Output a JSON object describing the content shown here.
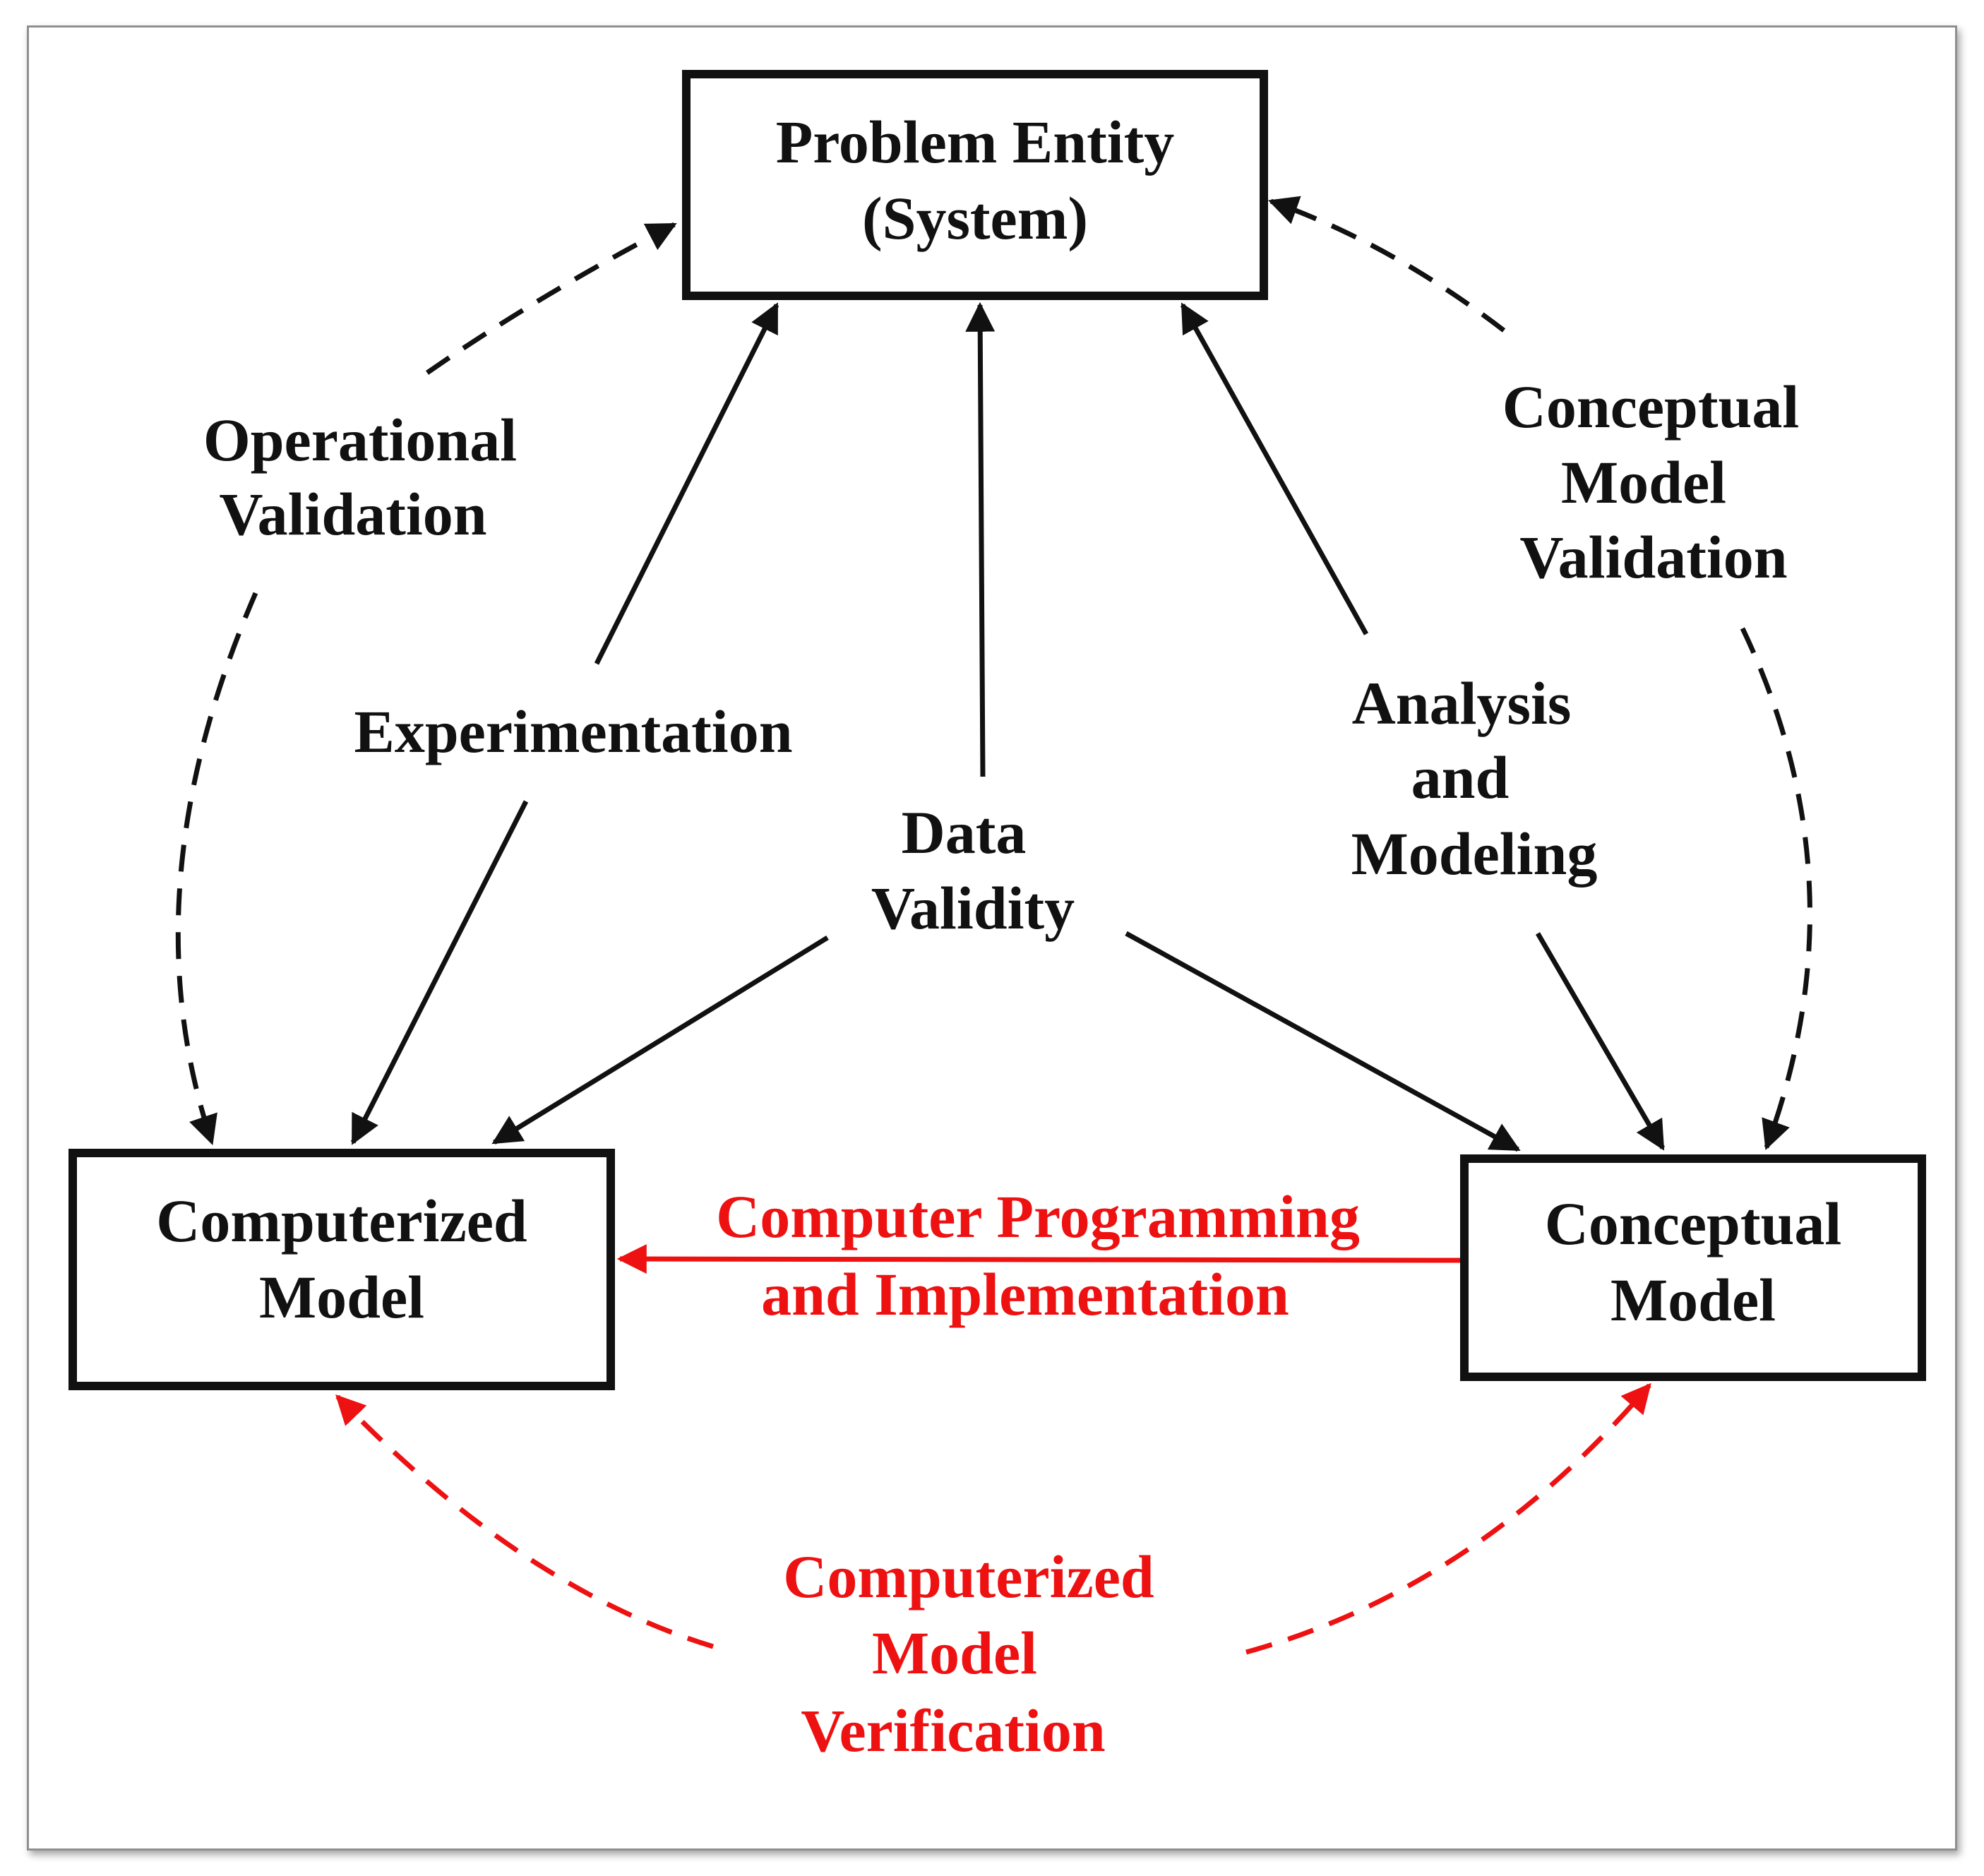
{
  "colors": {
    "black": "#111111",
    "red": "#ee1111",
    "frame": "#8f8f8f"
  },
  "nodes": {
    "problem_entity": {
      "line1": "Problem Entity",
      "line2": "(System)"
    },
    "computerized_model": {
      "line1": "Computerized",
      "line2": "Model"
    },
    "conceptual_model": {
      "line1": "Conceptual",
      "line2": "Model"
    }
  },
  "edges": {
    "operational_validation": {
      "line1": "Operational",
      "line2": "Validation",
      "style": "dashed",
      "color": "black"
    },
    "conceptual_model_validation": {
      "line1": "Conceptual",
      "line2": "Model",
      "line3": "Validation",
      "style": "dashed",
      "color": "black"
    },
    "experimentation": {
      "line1": "Experimentation",
      "style": "solid",
      "color": "black"
    },
    "data_validity": {
      "line1": "Data",
      "line2": "Validity",
      "style": "solid",
      "color": "black"
    },
    "analysis_and_modeling": {
      "line1": "Analysis",
      "line2": "and",
      "line3": "Modeling",
      "style": "solid",
      "color": "black"
    },
    "computer_programming": {
      "line1": "Computer Programming",
      "line2": "and Implementation",
      "style": "solid",
      "color": "red"
    },
    "computerized_model_verification": {
      "line1": "Computerized",
      "line2": "Model",
      "line3": "Verification",
      "style": "dashed",
      "color": "red"
    }
  }
}
